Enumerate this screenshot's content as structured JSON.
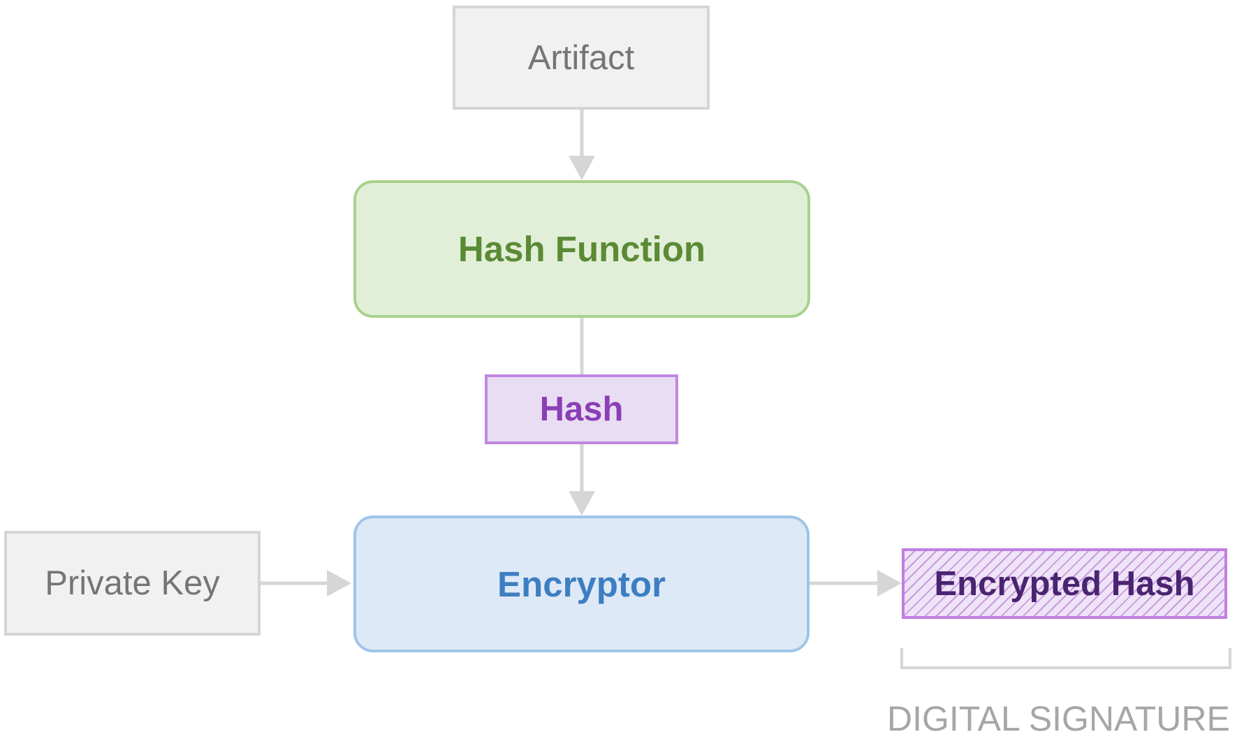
{
  "diagram": {
    "nodes": {
      "artifact": "Artifact",
      "hash_function": "Hash Function",
      "hash": "Hash",
      "encryptor": "Encryptor",
      "private_key": "Private Key",
      "encrypted_hash": "Encrypted Hash"
    },
    "bracket_label": "DIGITAL SIGNATURE"
  },
  "colors": {
    "connector": "#d6d6d6",
    "gray_fill": "#f1f1f1",
    "green_fill": "#e2efd8",
    "purple_fill": "#e9ddf3",
    "blue_fill": "#dde9f6",
    "label_gray": "#a6a6a6"
  }
}
